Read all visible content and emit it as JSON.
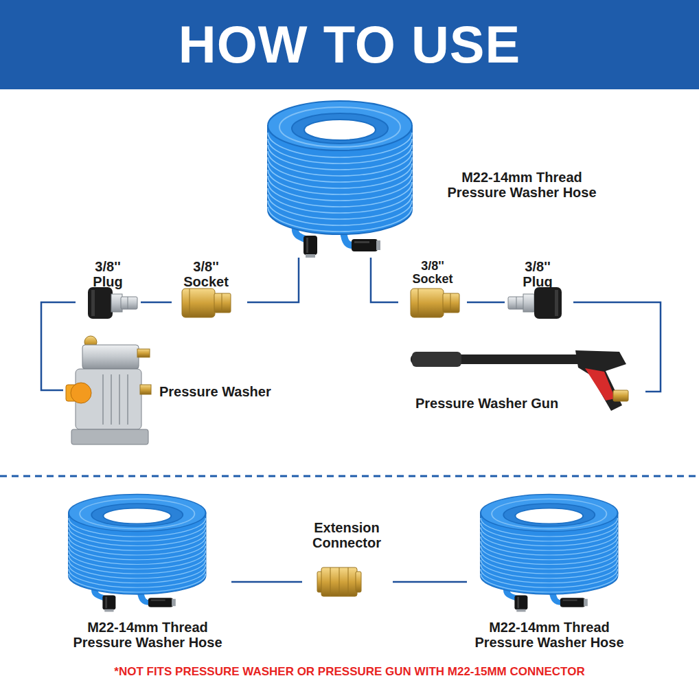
{
  "diagram": {
    "title": "HOW TO USE",
    "caption": "*NOT FITS PRESSURE WASHER OR PRESSURE GUN WITH M22-15MM CONNECTOR",
    "nodes": [
      {
        "text": [
          "M22-14mm Thread Pressure Washer Hose"
        ]
      },
      {
        "text": [
          "3/8'' Plug"
        ]
      },
      {
        "text": [
          "3/8'' Socket"
        ]
      },
      {
        "text": [
          "3/8'' Socket"
        ]
      },
      {
        "text": [
          "3/8'' Plug"
        ]
      },
      {
        "text": [
          "Pressure Washer"
        ]
      },
      {
        "text": [
          "Pressure Washer Gun"
        ]
      },
      {
        "text": [
          "M22-14mm Thread Pressure Washer Hose"
        ]
      },
      {
        "text": [
          "Extension Connector"
        ]
      },
      {
        "text": [
          "M22-14mm Thread Pressure Washer Hose"
        ]
      }
    ],
    "edges": [
      {
        "from": 0,
        "to": 2,
        "arrow": "none"
      },
      {
        "from": 2,
        "to": 1,
        "arrow": "none"
      },
      {
        "from": 1,
        "to": 5,
        "arrow": "none"
      },
      {
        "from": 0,
        "to": 3,
        "arrow": "none"
      },
      {
        "from": 3,
        "to": 4,
        "arrow": "none"
      },
      {
        "from": 4,
        "to": 6,
        "arrow": "none"
      },
      {
        "from": 7,
        "to": 8,
        "arrow": "none"
      },
      {
        "from": 8,
        "to": 9,
        "arrow": "none"
      }
    ]
  }
}
